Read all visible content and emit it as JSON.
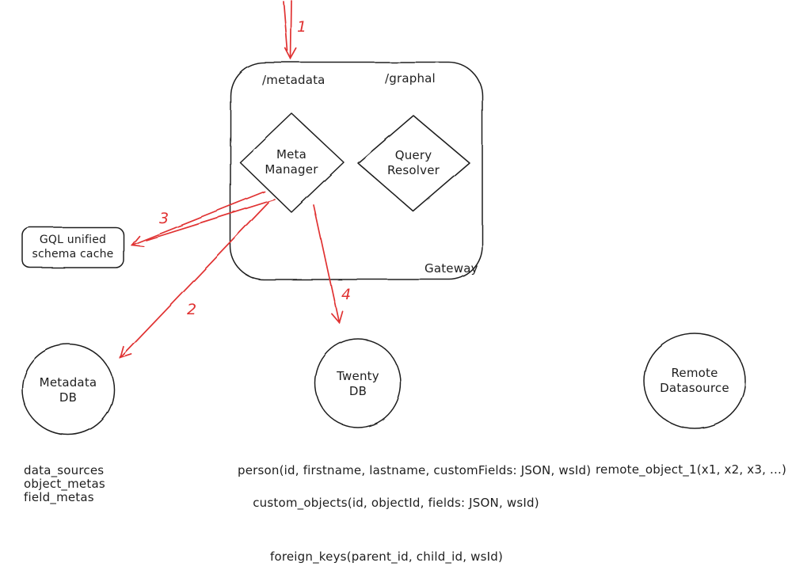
{
  "colors": {
    "stroke": "#1e1e1e",
    "arrow_red": "#e03131",
    "background": "#ffffff"
  },
  "gateway": {
    "title": "Gateway",
    "routes": {
      "metadata": "/metadata",
      "graphql": "/graphal"
    },
    "nodes": {
      "meta_manager": "Meta\nManager",
      "query_resolver": "Query\nResolver"
    }
  },
  "cache": {
    "label": "GQL unified\nschema cache"
  },
  "datastores": {
    "metadata_db": {
      "label": "Metadata\nDB",
      "tables": "data_sources\nobject_metas\nfield_metas"
    },
    "twenty_db": {
      "label": "Twenty\nDB",
      "table_person": "person(id, firstname, lastname, customFields: JSON, wsId)",
      "table_custom_objects": "custom_objects(id, objectId, fields: JSON, wsId)",
      "table_foreign_keys": "foreign_keys(parent_id, child_id, wsId)"
    },
    "remote_datasource": {
      "label": "Remote\nDatasource",
      "schema": "remote_object_1(x1, x2, x3, ...)"
    }
  },
  "arrows": {
    "step1": "1",
    "step2": "2",
    "step3": "3",
    "step4": "4"
  }
}
